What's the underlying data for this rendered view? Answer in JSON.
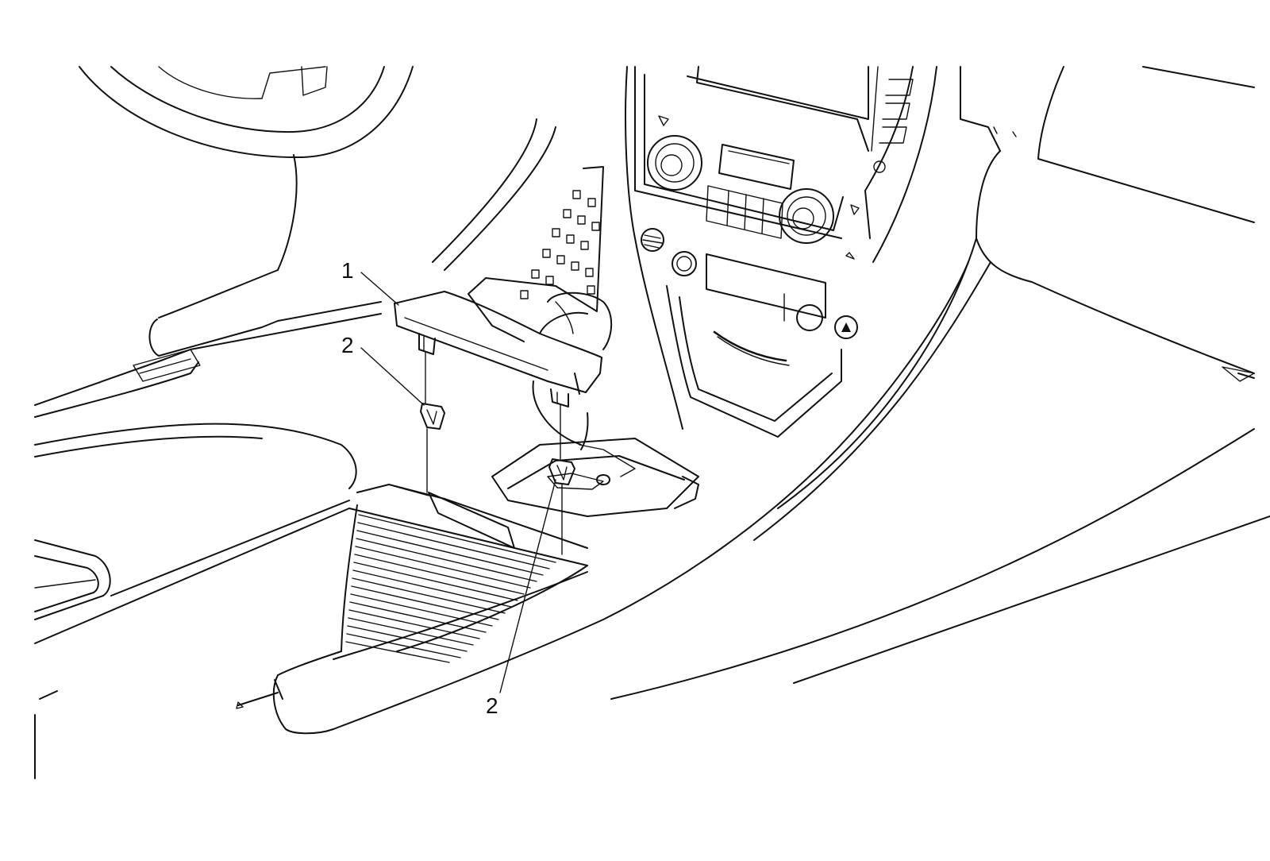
{
  "callouts": [
    {
      "label": "1"
    },
    {
      "label": "2"
    },
    {
      "label": "2"
    }
  ],
  "colors": {
    "line": "#111111",
    "background": "#ffffff"
  }
}
